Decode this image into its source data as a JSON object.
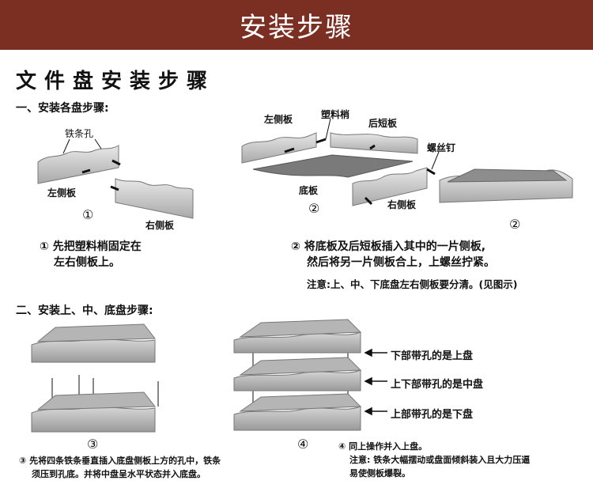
{
  "banner": {
    "title": "安装步骤",
    "color": "#7b2f22"
  },
  "main_title": "文件盘安装步骤",
  "section1": {
    "heading": "一、安装各盘步骤:",
    "labels": {
      "iron_hole": "铁条孔",
      "left_panel": "左侧板",
      "right_panel": "右侧板",
      "plastic_pin": "塑料梢",
      "back_panel": "后短板",
      "screw": "螺丝钉",
      "bottom_panel": "底板"
    },
    "step1_mark": "①",
    "step2_mark": "②",
    "step1_text": [
      "① 先把塑料梢固定在",
      "左右侧板上。"
    ],
    "step2_text": [
      "② 将底板及后短板插入其中的一片侧板,",
      "然后将另一片侧板合上，上螺丝拧紧。"
    ],
    "note": "注意:上、中、下底盘左右侧板要分清。(见图示)"
  },
  "section2": {
    "heading": "二、安装上、中、底盘步骤:",
    "step3_mark": "③",
    "step4_mark": "④",
    "tray_labels": [
      "下部带孔的是上盘",
      "上下部带孔的是中盘",
      "上部带孔的是下盘"
    ],
    "step3_text": [
      "③ 先将四条铁条垂直插入底盘侧板上方的孔中，铁条",
      "须压到孔底。并将中盘呈水平状态并入底盘。"
    ],
    "step4_text": [
      "④ 同上操作并入上盘。",
      "注意: 铁条大幅摆动或盘面倾斜装入且大力压逼",
      "易使侧板爆裂。"
    ]
  }
}
